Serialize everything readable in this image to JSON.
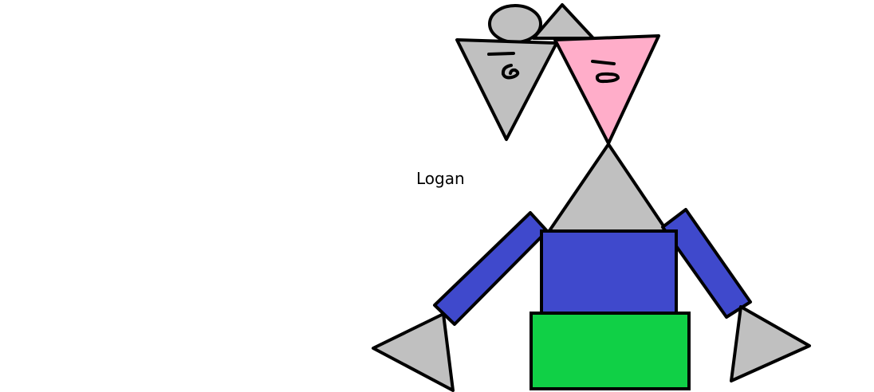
{
  "figure": {
    "label": "Logan"
  },
  "colors": {
    "background": "#ffffff",
    "outline": "#000000",
    "gray": "#c0c0c0",
    "pink": "#ffadc9",
    "blue": "#3f49cc",
    "green": "#10d046"
  },
  "shapes": [
    "hair-bun-ellipse",
    "hair-top-triangle",
    "left-face-triangle",
    "right-face-triangle",
    "neck-triangle",
    "torso-rectangle",
    "left-arm-bar",
    "right-arm-bar",
    "left-hand-triangle",
    "right-hand-triangle",
    "skirt-rectangle"
  ]
}
